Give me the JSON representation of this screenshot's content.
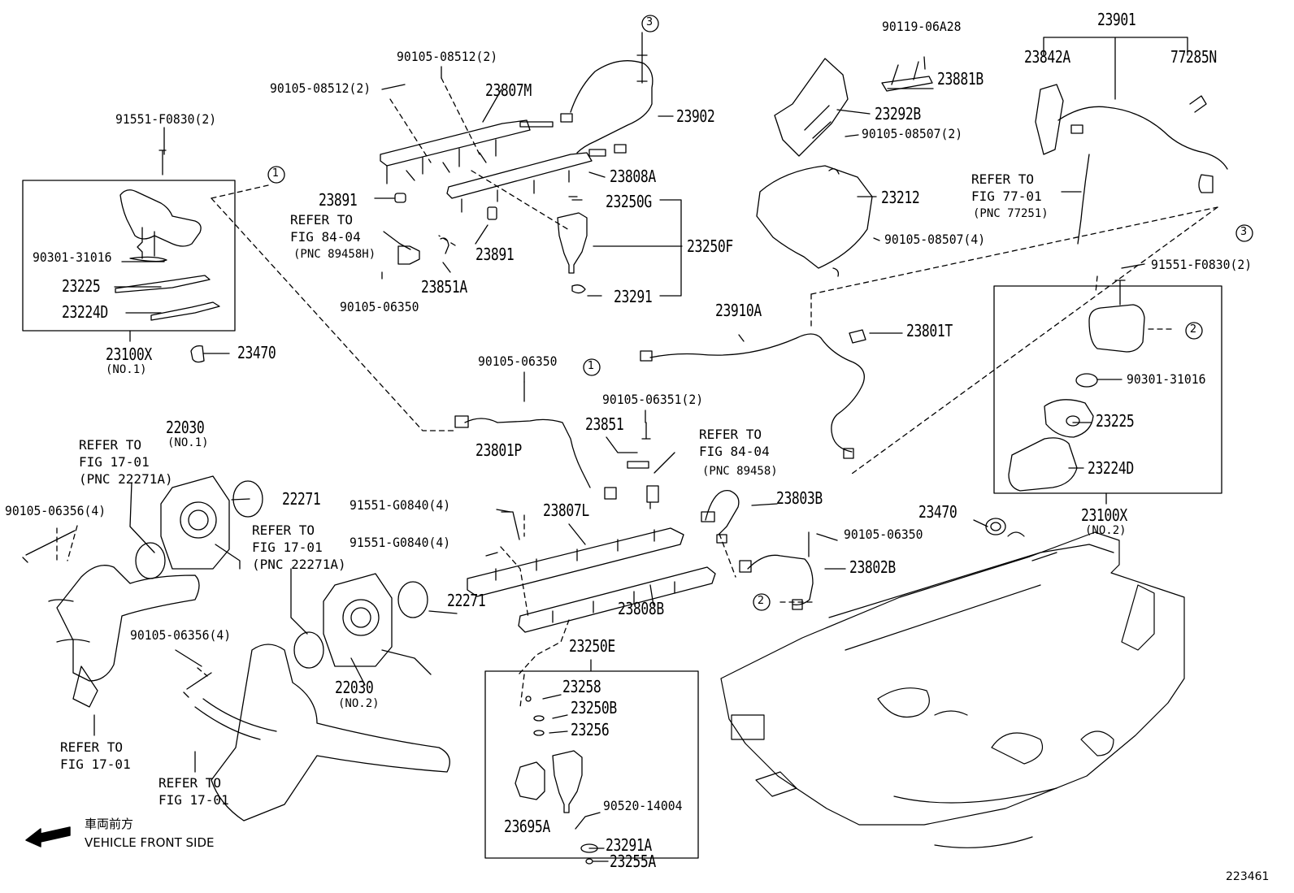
{
  "diagram_id": "223461",
  "vehicle_direction": {
    "jp": "車両前方",
    "en": "VEHICLE FRONT SIDE"
  },
  "callouts": [
    "1",
    "2",
    "3"
  ],
  "parts": {
    "p23901": "23901",
    "p90119_06A28": "90119-06A28",
    "p23842A": "23842A",
    "p77285N": "77285N",
    "p23881B": "23881B",
    "p23292B": "23292B",
    "p90105_08507_2": "90105-08507(2)",
    "p23212": "23212",
    "p90105_08507_4": "90105-08507(4)",
    "p90105_08512_2a": "90105-08512(2)",
    "p90105_08512_2b": "90105-08512(2)",
    "p23807M": "23807M",
    "p23902": "23902",
    "p23808A": "23808A",
    "p91551_F0830_2a": "91551-F0830(2)",
    "p23891a": "23891",
    "p23891b": "23891",
    "p23250G": "23250G",
    "p23250F": "23250F",
    "p23291": "23291",
    "p23851A": "23851A",
    "p90105_06350a": "90105-06350",
    "p90301_31016a": "90301-31016",
    "p23225a": "23225",
    "p23224Da": "23224D",
    "p23100X1": "23100X",
    "p23100X1_note": "(NO.1)",
    "p23470a": "23470",
    "p23910A": "23910A",
    "p23801T": "23801T",
    "p91551_F0830_2b": "91551-F0830(2)",
    "p90301_31016b": "90301-31016",
    "p23225b": "23225",
    "p23224Db": "23224D",
    "p23470b": "23470",
    "p23100X2": "23100X",
    "p23100X2_note": "(NO.2)",
    "p90105_06350b": "90105-06350",
    "p90105_06351_2": "90105-06351(2)",
    "p23851": "23851",
    "p23801P": "23801P",
    "p22030a": "22030",
    "p22030a_note": "(NO.1)",
    "p22271a": "22271",
    "p90105_06356_4a": "90105-06356(4)",
    "p91551_G0840_4a": "91551-G0840(4)",
    "p91551_G0840_4b": "91551-G0840(4)",
    "p23807L": "23807L",
    "p23803B": "23803B",
    "p90105_06350c": "90105-06350",
    "p23802B": "23802B",
    "p22271b": "22271",
    "p23808B": "23808B",
    "p90105_06356_4b": "90105-06356(4)",
    "p22030b": "22030",
    "p22030b_note": "(NO.2)",
    "p23250E": "23250E",
    "p23258": "23258",
    "p23250B": "23250B",
    "p23256": "23256",
    "p90520_14004": "90520-14004",
    "p23695A": "23695A",
    "p23291A": "23291A",
    "p23255A": "23255A"
  },
  "refs": {
    "r77_01": "REFER TO\nFIG 77-01",
    "r77_01_pnc": "(PNC 77251)",
    "r84_04a": "REFER TO\nFIG 84-04",
    "r84_04a_pnc": "(PNC 89458H)",
    "r84_04b": "REFER TO\nFIG 84-04",
    "r84_04b_pnc": "(PNC 89458)",
    "r17_01a": "REFER TO\nFIG 17-01\n(PNC 22271A)",
    "r17_01b": "REFER TO\nFIG 17-01\n(PNC 22271A)",
    "r17_01c": "REFER TO\nFIG 17-01",
    "r17_01d": "REFER TO\nFIG 17-01"
  }
}
